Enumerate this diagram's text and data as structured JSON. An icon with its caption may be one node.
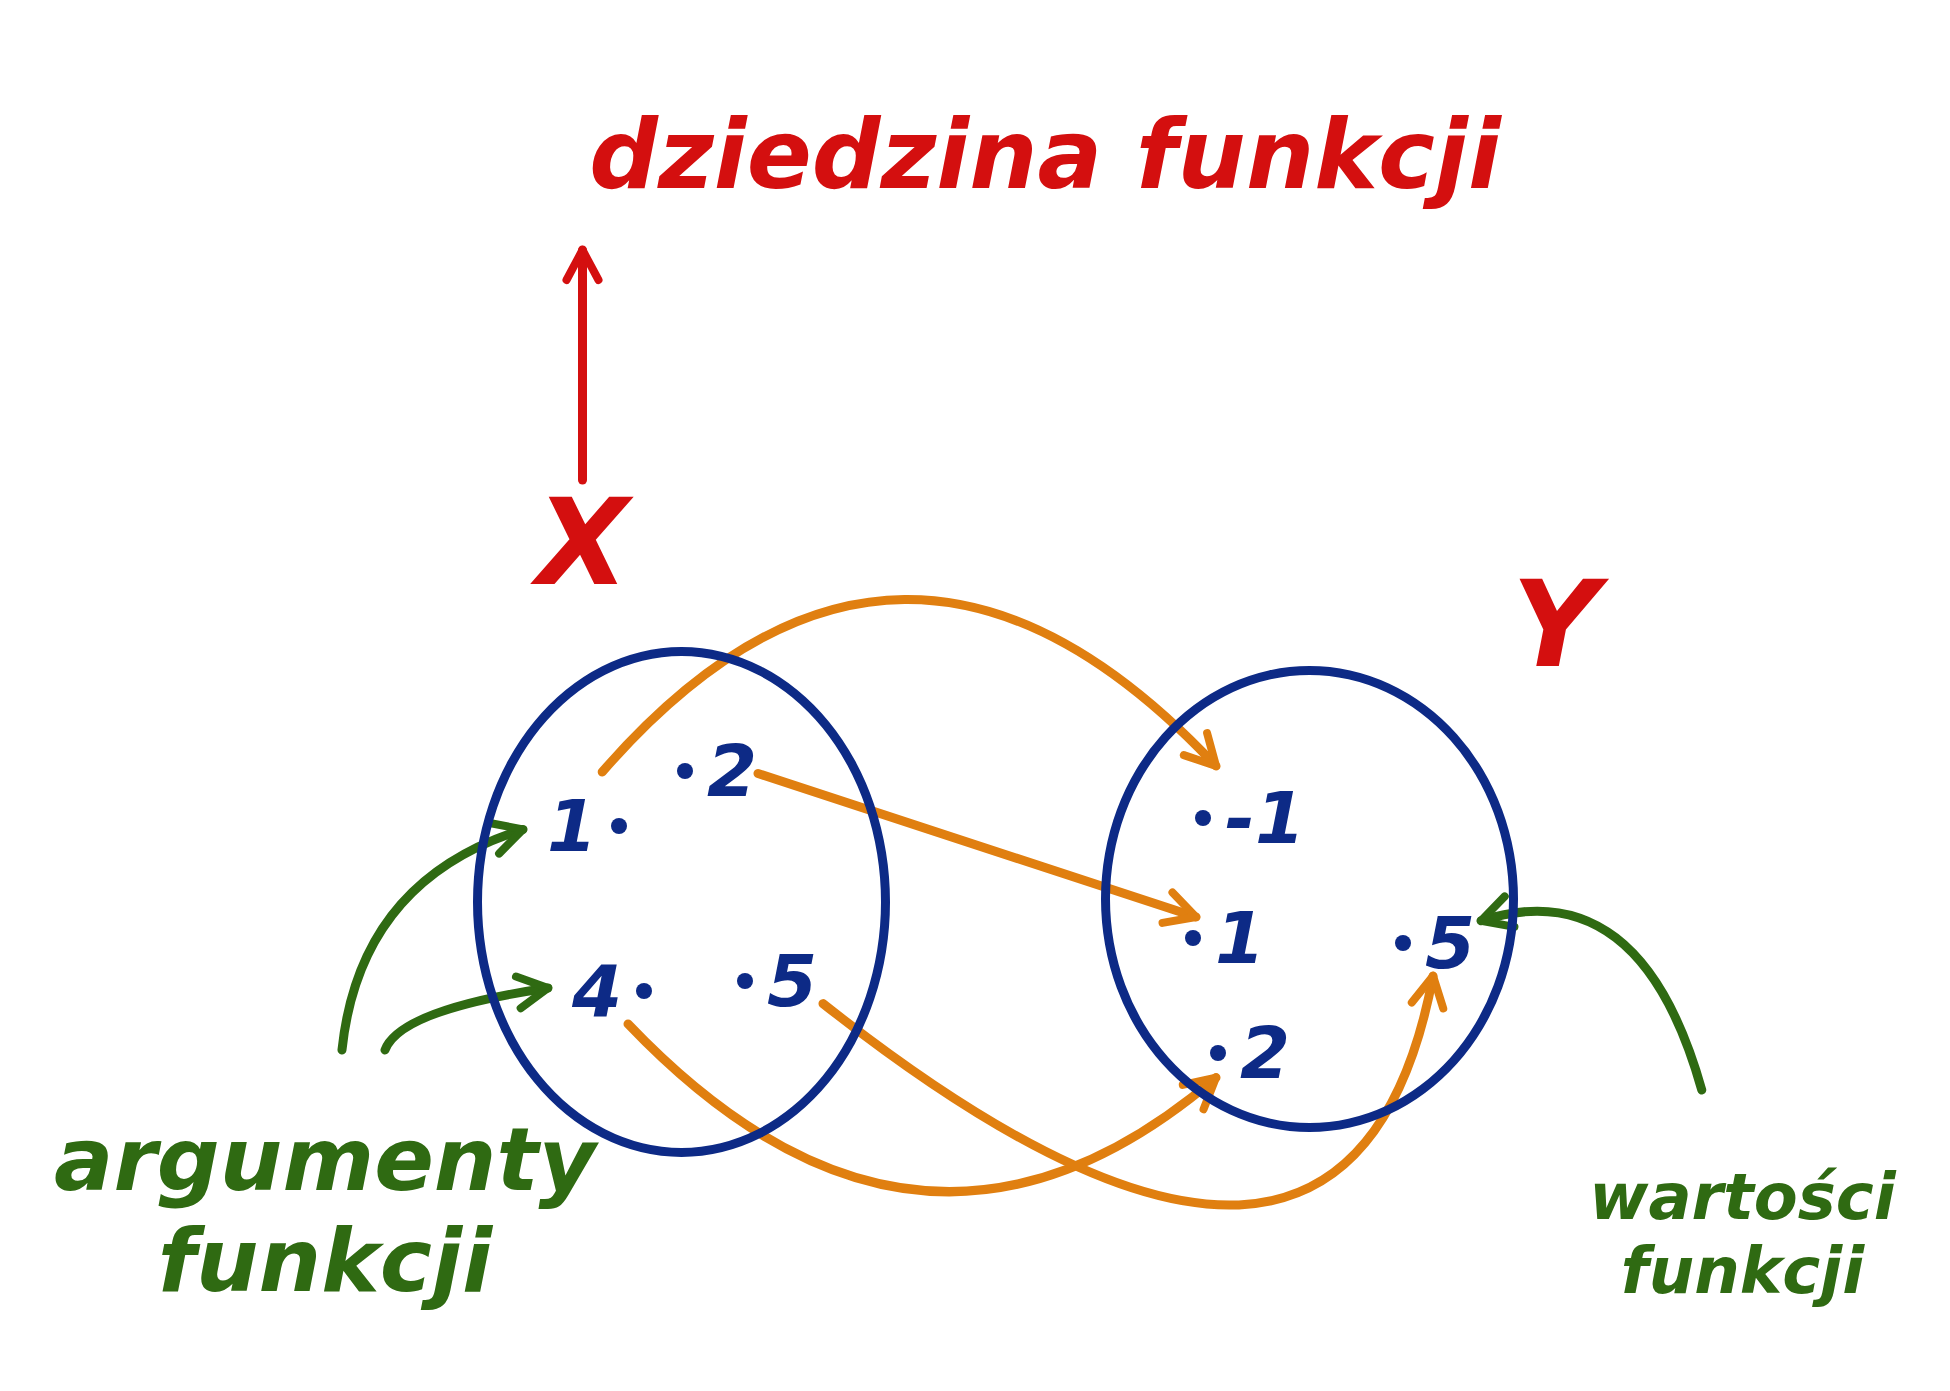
{
  "diagram": {
    "nodes": [
      {
        "text": [
          "dziedzina funkcji"
        ]
      },
      {
        "text": [
          "X"
        ]
      },
      {
        "text": [],
        "shape": "circle"
      },
      {
        "text": [
          "1"
        ],
        "in": 2
      },
      {
        "text": [
          "2"
        ],
        "in": 2
      },
      {
        "text": [
          "4"
        ],
        "in": 2
      },
      {
        "text": [
          "5"
        ],
        "in": 2
      },
      {
        "text": [],
        "shape": "circle",
        "beside": [
          "Y"
        ]
      },
      {
        "text": [
          "-1"
        ],
        "in": 7
      },
      {
        "text": [
          "1"
        ],
        "in": 7
      },
      {
        "text": [
          "2"
        ],
        "in": 7
      },
      {
        "text": [
          "5"
        ],
        "in": 7
      },
      {
        "text": [
          "argumenty funkcji"
        ]
      },
      {
        "text": [
          "wartości funkcji"
        ]
      }
    ],
    "edges": [
      {
        "from": 1,
        "to": 0,
        "arrow": "to",
        "color": "#d40f0f"
      },
      {
        "from": 3,
        "to": 8,
        "arrow": "to"
      },
      {
        "from": 4,
        "to": 9,
        "arrow": "to"
      },
      {
        "from": 5,
        "to": 10,
        "arrow": "to"
      },
      {
        "from": 6,
        "to": 11,
        "arrow": "to"
      },
      {
        "from": 12,
        "to": 3,
        "arrow": "to",
        "color": "#2f6a12"
      },
      {
        "from": 12,
        "to": 5,
        "arrow": "to",
        "color": "#2f6a12"
      },
      {
        "from": 13,
        "to": 11,
        "arrow": "to",
        "color": "#2f6a12"
      }
    ]
  }
}
